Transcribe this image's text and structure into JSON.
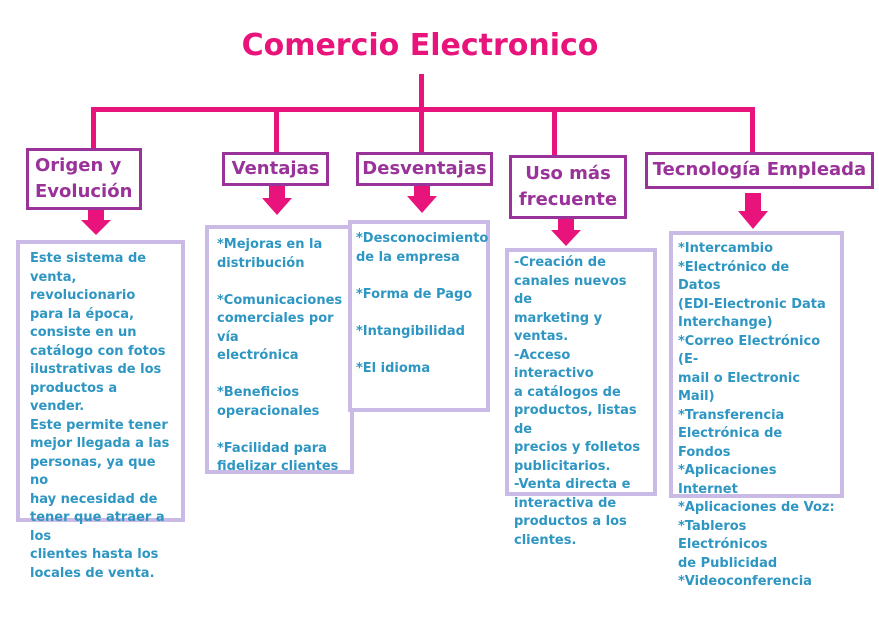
{
  "title": "Comercio Electronico",
  "colors": {
    "title": "#e8137b",
    "connector": "#e8137b",
    "header_text": "#993399",
    "header_border": "#993399",
    "box_border": "#c9bbe6",
    "box_text": "#2e96c2"
  },
  "branches": [
    {
      "header": "Origen y\nEvolución",
      "content": " Este sistema de\nventa, revolucionario\npara la época,\nconsiste en un\ncatálogo con fotos\nilustrativas de los\nproductos a vender.\nEste permite tener\nmejor llegada a las\npersonas, ya que no\nhay necesidad de\ntener que atraer a los\nclientes hasta los\nlocales de venta."
    },
    {
      "header": "Ventajas",
      "content": "*Mejoras en la\ndistribución\n\n*Comunicaciones\ncomerciales por vía\nelectrónica\n\n*Beneficios\noperacionales\n\n*Facilidad para\nfidelizar clientes"
    },
    {
      "header": "Desventajas",
      "content": "*Desconocimiento\nde la empresa\n\n*Forma de Pago\n\n*Intangibilidad\n\n*El idioma"
    },
    {
      "header": "Uso más\nfrecuente",
      "content": "-Creación de\ncanales nuevos de\nmarketing y ventas.\n-Acceso interactivo\na catálogos de\nproductos, listas de\nprecios y folletos\npublicitarios.\n-Venta directa e\ninteractiva de\nproductos a los\nclientes."
    },
    {
      "header": "Tecnología Empleada",
      "content": "*Intercambio\n*Electrónico de Datos\n(EDI-Electronic Data\nInterchange)\n*Correo Electrónico (E-\nmail o Electronic Mail)\n*Transferencia\nElectrónica de Fondos\n*Aplicaciones Internet\n*Aplicaciones de Voz:\n*Tableros Electrónicos\nde Publicidad\n*Videoconferencia"
    }
  ]
}
